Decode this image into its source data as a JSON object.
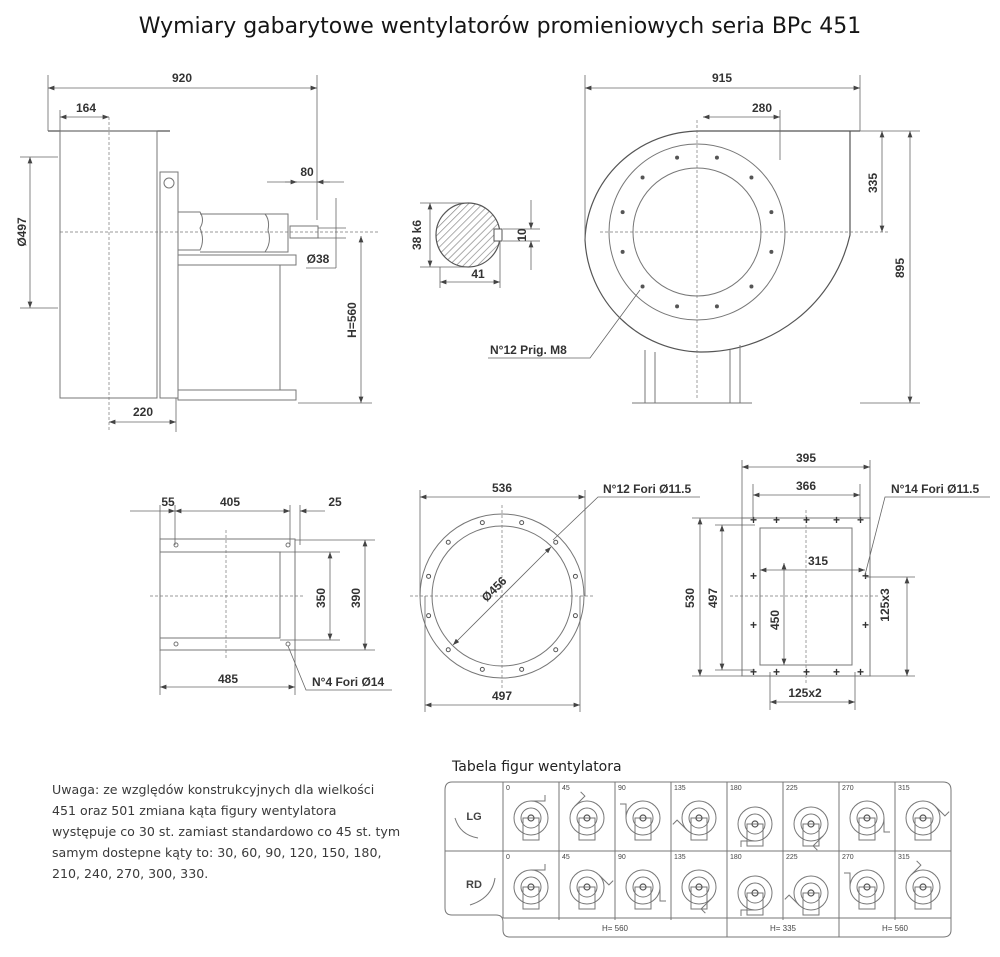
{
  "title": "Wymiary gabarytowe wentylatorów promieniowych seria BPc 451",
  "note": "Uwaga: ze względów konstrukcyjnych dla wielkości 451 oraz 501 zmiana kąta figury wentylatora występuje co 30 st. zamiast standardowo co 45 st. tym samym dostepne kąty to: 30, 60, 90, 120, 150, 180, 210, 240, 270, 300, 330.",
  "side_view": {
    "overall": "920",
    "inlet_offset": "164",
    "inlet_dia": "Ø497",
    "shaft_len": "80",
    "shaft_dia": "Ø38",
    "height": "H=560",
    "base_offset": "220"
  },
  "shaft_section": {
    "dia": "38 k6",
    "key_depth": "41",
    "key_width": "10"
  },
  "front_view": {
    "width": "915",
    "outlet_offset": "280",
    "outlet_height": "335",
    "height": "895",
    "bolts": "N°12 Prig. M8"
  },
  "outlet_flange": {
    "d55": "55",
    "d405": "405",
    "d25": "25",
    "d350": "350",
    "d390": "390",
    "d485": "485",
    "holes": "N°4 Fori Ø14"
  },
  "inlet_flange": {
    "outer": "536",
    "bolt_circle": "497",
    "inner": "Ø456",
    "holes": "N°12 Fori Ø11.5"
  },
  "rect_flange": {
    "d395": "395",
    "d366": "366",
    "d315": "315",
    "d530": "530",
    "d497": "497",
    "d450": "450",
    "d125x3": "125x3",
    "d125x2": "125x2",
    "holes": "N°14 Fori Ø11.5"
  },
  "table": {
    "title": "Tabela figur wentylatora",
    "rows": [
      "LG",
      "RD"
    ],
    "angles": [
      "0",
      "45",
      "90",
      "135",
      "180",
      "225",
      "270",
      "315"
    ],
    "footer": [
      "H= 560",
      "H= 335",
      "H= 560"
    ]
  }
}
